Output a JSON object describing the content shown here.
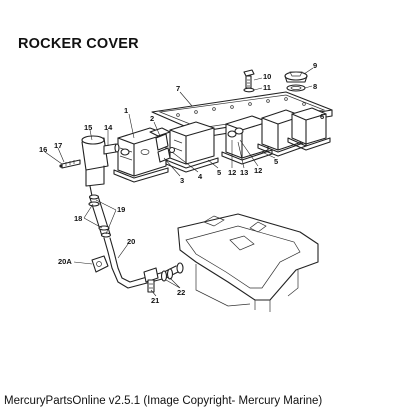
{
  "title": "ROCKER COVER",
  "caption": "MercuryPartsOnline v2.5.1 (Image Copyright- Mercury Marine)",
  "callouts": {
    "c1": "1",
    "c2": "2",
    "c3": "3",
    "c4": "4",
    "c5a": "5",
    "c5b": "5",
    "c6": "6",
    "c7": "7",
    "c8": "8",
    "c9": "9",
    "c10": "10",
    "c11": "11",
    "c12a": "12",
    "c12b": "12",
    "c13": "13",
    "c14": "14",
    "c15": "15",
    "c16": "16",
    "c17": "17",
    "c18": "18",
    "c19": "19",
    "c20": "20",
    "c20a": "20A",
    "c21": "21",
    "c22": "22"
  }
}
